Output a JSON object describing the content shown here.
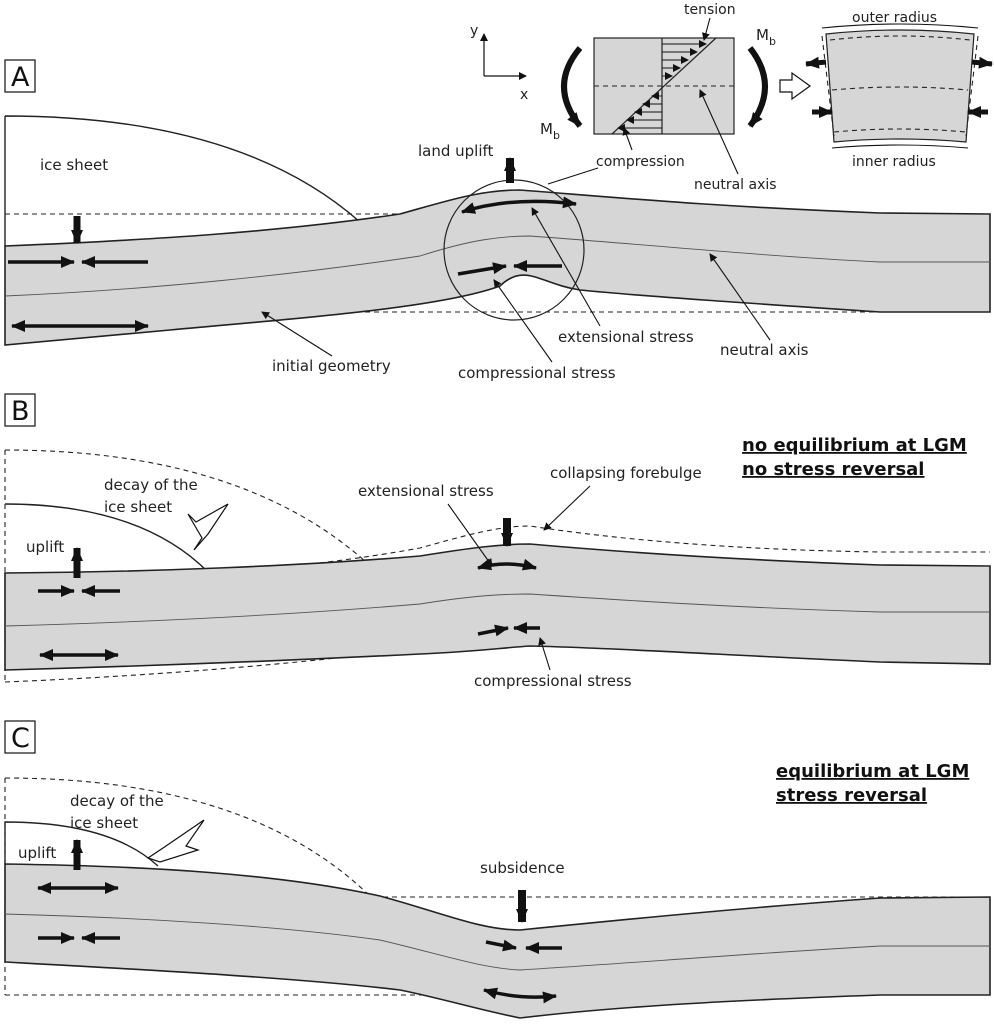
{
  "panel_a": {
    "letter": "A",
    "ice_sheet": "ice sheet",
    "land_uplift": "land uplift",
    "extensional_stress": "extensional stress",
    "compressional_stress": "compressional stress",
    "initial_geometry": "initial geometry",
    "neutral_axis": "neutral axis",
    "inset": {
      "axis_y": "y",
      "axis_x": "x",
      "tension": "tension",
      "compression": "compression",
      "neutral_axis": "neutral axis",
      "moment_left": "M",
      "moment_left_sub": "b",
      "moment_right": "M",
      "moment_right_sub": "b",
      "outer_radius": "outer radius",
      "inner_radius": "inner radius"
    }
  },
  "panel_b": {
    "letter": "B",
    "heading_line1": "no equilibrium at LGM",
    "heading_line2": "no stress reversal",
    "decay_line1": "decay of the",
    "decay_line2": "ice sheet",
    "uplift": "uplift",
    "extensional_stress": "extensional stress",
    "collapsing_forebulge": "collapsing forebulge",
    "compressional_stress": "compressional stress"
  },
  "panel_c": {
    "letter": "C",
    "heading_line1": "equilibrium at LGM",
    "heading_line2": "stress reversal",
    "decay_line1": "decay of the",
    "decay_line2": "ice sheet",
    "uplift": "uplift",
    "subsidence": "subsidence"
  }
}
